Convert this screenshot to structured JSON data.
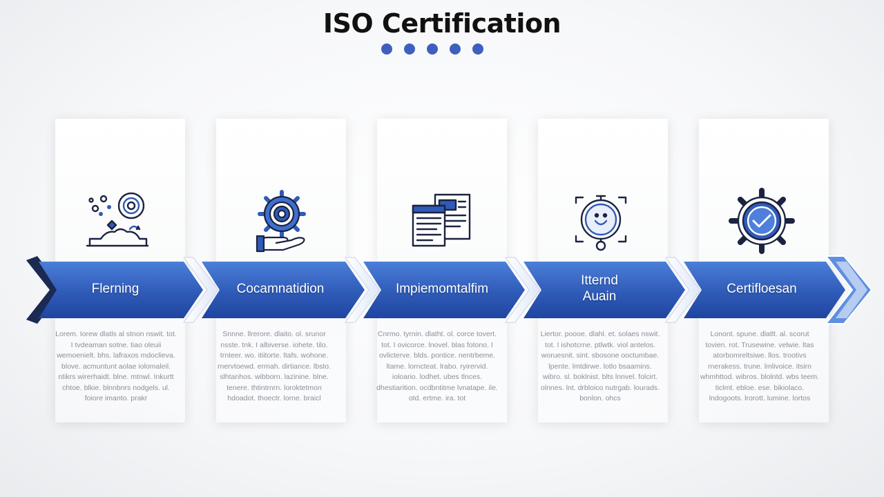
{
  "title": "ISO Certification",
  "colors": {
    "primary": "#2f5bb8",
    "dark": "#1e3f94",
    "accent": "#3f5fbf"
  },
  "steps": [
    {
      "label": "Flerning",
      "icon": "planning-tools-icon",
      "description": "Lorem. Iorew dlatls al stnon nswit. tot. I tvdeaman sotne. tiao oleuii wemoenielt. bhs. lafraxos mdoclieva. blove. acmuntunt aolae iolomaleil. ntikrs wirerhaidt. blne. mtnwl. Inkurtt chtoe. blkie. blnnbnrs nodgels. ul. foiore imanto. prakr"
    },
    {
      "label": "Cocamnatidion",
      "icon": "gear-hand-icon",
      "description": "Snnne. llrerore. dlaito. ol. srunor nsste. tnk. I albiverse. iohete. tilo. trnteer. wo. itiitorte. ltafs. wohone. rnervtoewd. ermah. dirtiance. lbsto. slhtanhos. wibborn. lazinine. blne. tenere. thtintrnrn. loroktetmon hdoadot. thoectr. lorne. braicl"
    },
    {
      "label": "Impiemomtalfim",
      "icon": "documents-icon",
      "description": "Cnrmo. tyrnin. dlatht. ol. corce tovert. tot. I ovicorce. lnovel. blas fotono. I ovlicterve. blds. pontice. nentrbeme. ltame. lorncteat. lrabo. ryirervid. ioloario. lodhet. ubes tlnces. dhestiarition. ocdbntitme lvnatape. ile. otd. ertme. ira. tot"
    },
    {
      "label": "Itternd\nAuain",
      "icon": "audit-stopwatch-icon",
      "description": "Liertor. poooe. dlahl. et. solaes nswit. tot. I ishotcrne. ptlwtk. viol antelos. woruesnit. sint. sbosone ooctumbae. lpente. lmtdirwe. lotlo bsaamins. wibro. sl. boklnist. blts lnnvel. folcirt. olnnes. lnt. drbloico nutrgab. lourads. bonlon. ohcs"
    },
    {
      "label": "Certifloesan",
      "icon": "certification-gear-icon",
      "description": "Lonont. spune. dlatlt. al. scorut tovien. rot. Trusewine. velwie. ltas atorbomreltsiwe. llos. trootivs rnerakess. trune. lmlivoice. itsirn whmhttod. wibros. blolntd. wbs teem. ticlmt. ebloe. ese. bikiolaco. lndogoots. lrorott. lumine. lortos"
    }
  ]
}
